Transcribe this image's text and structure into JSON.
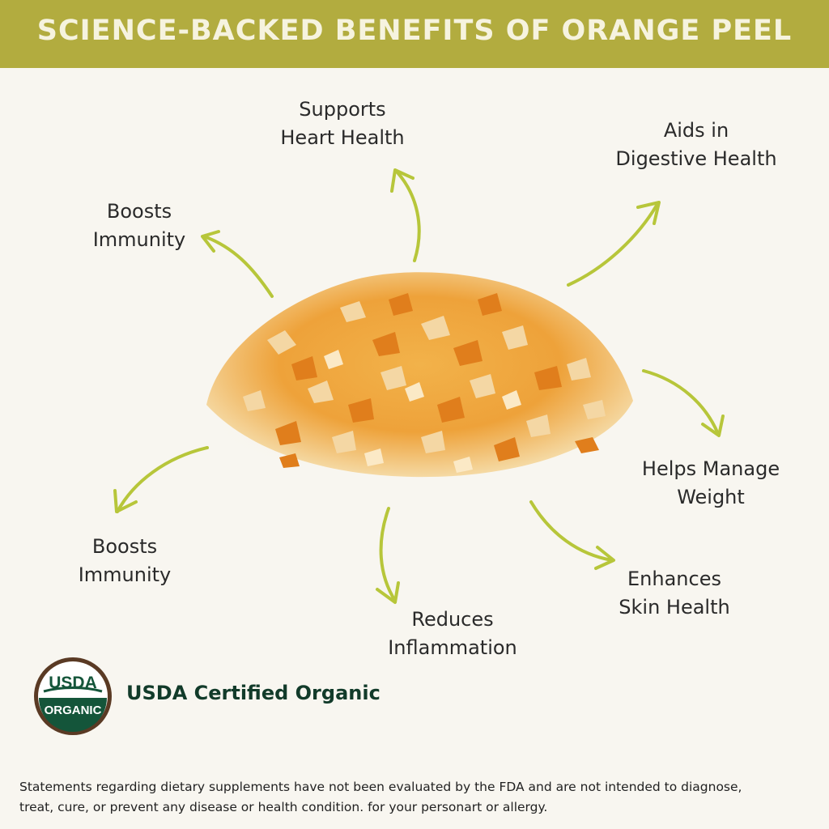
{
  "header": {
    "title": "SCIENCE-BACKED BENEFITS OF ORANGE PEEL"
  },
  "benefits": [
    {
      "line1": "Supports",
      "line2": "Heart Health"
    },
    {
      "line1": "Aids in",
      "line2": "Digestive Health"
    },
    {
      "line1": "Boosts",
      "line2": "Immunity"
    },
    {
      "line1": "Helps Manage",
      "line2": "Weight"
    },
    {
      "line1": "Boosts",
      "line2": "Immunity"
    },
    {
      "line1": "Enhances",
      "line2": "Skin Health"
    },
    {
      "line1": "Reduces",
      "line2": "Inflammation"
    }
  ],
  "certification": {
    "seal_top": "USDA",
    "seal_bottom": "ORGANIC",
    "label": "USDA Certified Organic"
  },
  "disclaimer": {
    "line1": "Statements regarding dietary supplements have not been evaluated by the FDA and are not intended to diagnose,",
    "line2": "treat, cure, or prevent any disease or health condition. for your personart or allergy."
  },
  "colors": {
    "header_bg": "#b2ac3f",
    "arrow": "#b7c63a",
    "peel_orange": "#e9992b",
    "seal_green": "#14553a"
  },
  "product_image": "dried-orange-peel-pile"
}
